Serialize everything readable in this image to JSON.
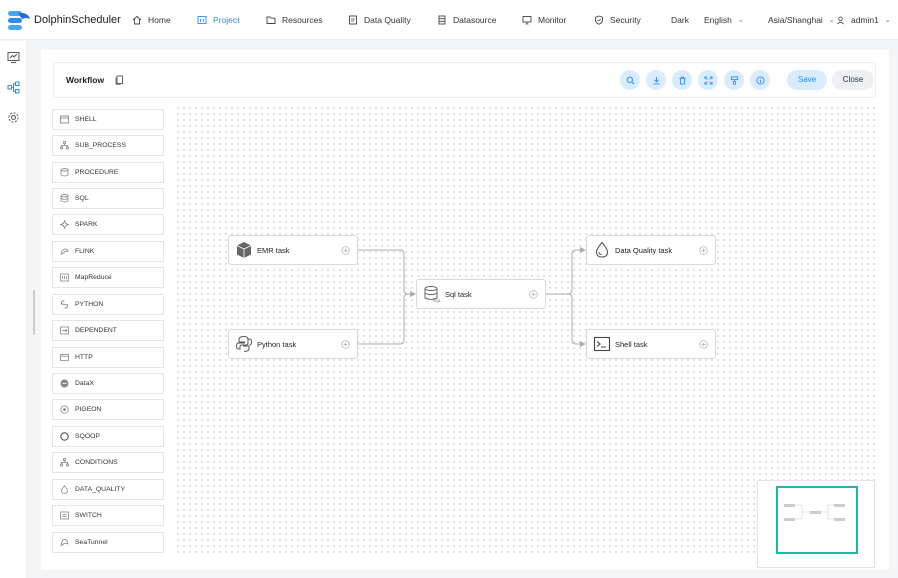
{
  "brand": {
    "name": "DolphinScheduler"
  },
  "nav": {
    "home": "Home",
    "project": "Project",
    "resources": "Resources",
    "data_quality": "Data Quality",
    "datasource": "Datasource",
    "monitor": "Monitor",
    "security": "Security"
  },
  "header_right": {
    "theme": "Dark",
    "language": "English",
    "timezone": "Asia/Shanghai",
    "user": "admin1"
  },
  "toolbar": {
    "title": "Workflow",
    "save_label": "Save",
    "close_label": "Close",
    "icons": [
      "search-icon",
      "download-icon",
      "delete-icon",
      "fullscreen-icon",
      "format-icon",
      "info-icon"
    ]
  },
  "palette": [
    "SHELL",
    "SUB_PROCESS",
    "PROCEDURE",
    "SQL",
    "SPARK",
    "FLINK",
    "MapReduce",
    "PYTHON",
    "DEPENDENT",
    "HTTP",
    "DataX",
    "PIGEON",
    "SQOOP",
    "CONDITIONS",
    "DATA_QUALITY",
    "SWITCH",
    "SeaTunnel"
  ],
  "nodes": {
    "emr": {
      "label": "EMR task",
      "icon": "emr-icon"
    },
    "python": {
      "label": "Python task",
      "icon": "python-icon"
    },
    "sql": {
      "label": "Sql task",
      "icon": "sql-icon"
    },
    "dq": {
      "label": "Data Quality task",
      "icon": "data-quality-icon"
    },
    "shell": {
      "label": "Shell task",
      "icon": "shell-icon"
    }
  },
  "colors": {
    "accent": "#2d8cf0",
    "accent_soft": "#d9ecfd",
    "minimap_view": "#1fb5a9",
    "edge": "#a9adb4"
  }
}
